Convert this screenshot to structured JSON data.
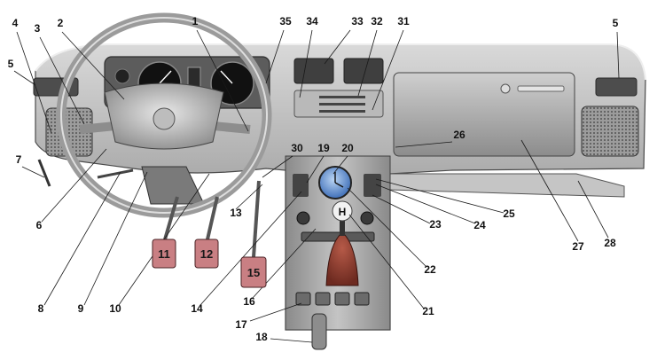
{
  "figure": {
    "colors": {
      "dash_dark": "#6e6e6e",
      "dash_mid": "#9a9a9a",
      "dash_light": "#cfcfcf",
      "dash_highlight": "#e6e6e6",
      "gauge_face": "#111111",
      "clock_face": "#5a88c8",
      "pedal_fill": "#c97f83",
      "boot_fill": "#8a3a2e",
      "leader_line": "#1a1a1a"
    },
    "callouts": [
      {
        "id": "c1",
        "label": "1"
      },
      {
        "id": "c2",
        "label": "2"
      },
      {
        "id": "c3",
        "label": "3"
      },
      {
        "id": "c4",
        "label": "4"
      },
      {
        "id": "c5a",
        "label": "5"
      },
      {
        "id": "c5b",
        "label": "5"
      },
      {
        "id": "c6",
        "label": "6"
      },
      {
        "id": "c7",
        "label": "7"
      },
      {
        "id": "c8",
        "label": "8"
      },
      {
        "id": "c9",
        "label": "9"
      },
      {
        "id": "c10",
        "label": "10"
      },
      {
        "id": "c13",
        "label": "13"
      },
      {
        "id": "c14",
        "label": "14"
      },
      {
        "id": "c16",
        "label": "16"
      },
      {
        "id": "c17",
        "label": "17"
      },
      {
        "id": "c18",
        "label": "18"
      },
      {
        "id": "c19",
        "label": "19"
      },
      {
        "id": "c20",
        "label": "20"
      },
      {
        "id": "c21",
        "label": "21"
      },
      {
        "id": "c22",
        "label": "22"
      },
      {
        "id": "c23",
        "label": "23"
      },
      {
        "id": "c24",
        "label": "24"
      },
      {
        "id": "c25",
        "label": "25"
      },
      {
        "id": "c26",
        "label": "26"
      },
      {
        "id": "c27",
        "label": "27"
      },
      {
        "id": "c28",
        "label": "28"
      },
      {
        "id": "c30",
        "label": "30"
      },
      {
        "id": "c31",
        "label": "31"
      },
      {
        "id": "c32",
        "label": "32"
      },
      {
        "id": "c33",
        "label": "33"
      },
      {
        "id": "c34",
        "label": "34"
      },
      {
        "id": "c35",
        "label": "35"
      }
    ],
    "pedals": [
      {
        "id": "p11",
        "label": "11"
      },
      {
        "id": "p12",
        "label": "12"
      },
      {
        "id": "p15",
        "label": "15"
      }
    ],
    "gearshift_knob_symbol": "H"
  }
}
